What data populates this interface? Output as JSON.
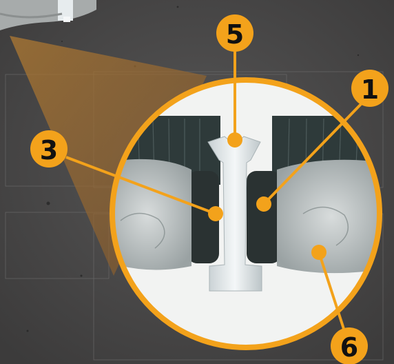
{
  "colors": {
    "accent": "#f3a21b",
    "background": "#4a4949",
    "magnifier_bg": "#f2f3f2",
    "brush_fill": "#cfd3d2",
    "t_profile": "#e4eaec",
    "rubber_core": "#2a3232",
    "bristles": "#2e3a3a"
  },
  "callouts": [
    {
      "id": "callout-5",
      "number": "5"
    },
    {
      "id": "callout-1",
      "number": "1"
    },
    {
      "id": "callout-3",
      "number": "3"
    },
    {
      "id": "callout-6",
      "number": "6"
    }
  ]
}
